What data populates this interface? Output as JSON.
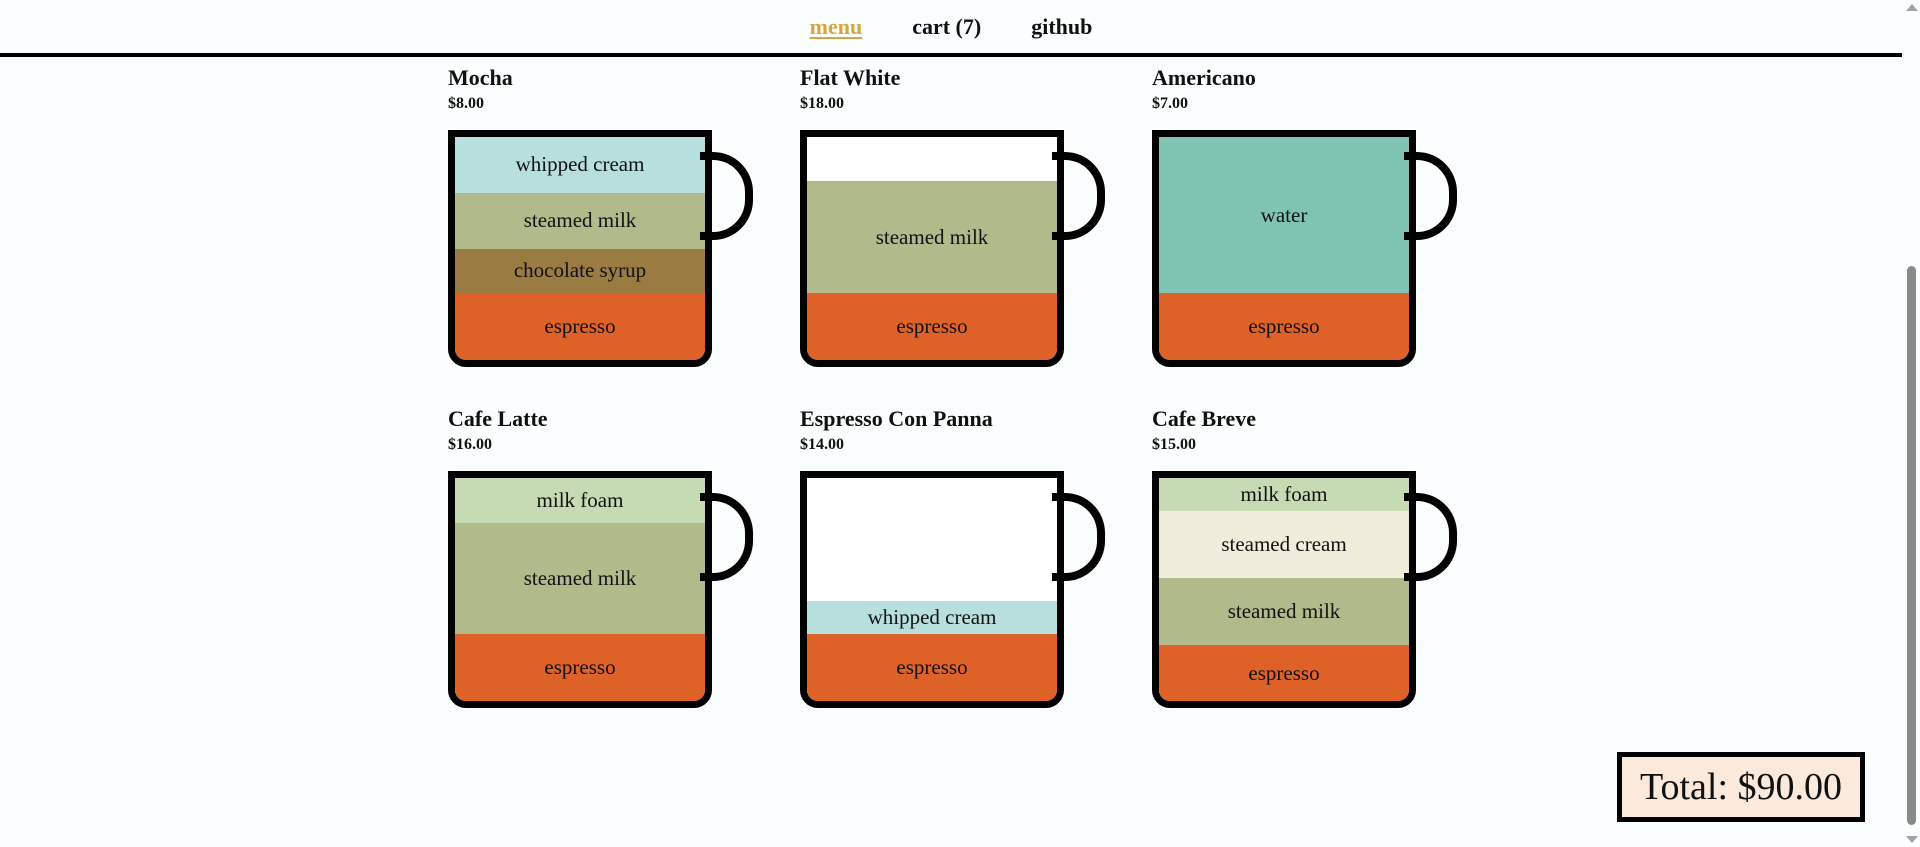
{
  "nav": {
    "menu_label": "menu",
    "cart_label": "cart (7)",
    "github_label": "github"
  },
  "colors": {
    "accent": "#d9a63a",
    "espresso": "#de6127",
    "steamed_milk": "#b1ba8b",
    "whipped_cream": "#b6dfdd",
    "chocolate_syrup": "#9a7b42",
    "water": "#7fc4b2",
    "milk_foam": "#c6dbb3",
    "steamed_cream": "#f0eddc",
    "total_bg": "#fbeadb"
  },
  "coffees": [
    {
      "name": "Mocha",
      "price": "$8.00",
      "layers": [
        {
          "label": "whipped cream",
          "color": "#b6dfdd",
          "share": 0.25
        },
        {
          "label": "steamed milk",
          "color": "#b1ba8b",
          "share": 0.25
        },
        {
          "label": "chocolate syrup",
          "color": "#9a7b42",
          "share": 0.2
        },
        {
          "label": "espresso",
          "color": "#de6127",
          "share": 0.3
        }
      ]
    },
    {
      "name": "Flat White",
      "price": "$18.00",
      "layers": [
        {
          "label": "steamed milk",
          "color": "#b1ba8b",
          "share": 0.5
        },
        {
          "label": "espresso",
          "color": "#de6127",
          "share": 0.3
        }
      ]
    },
    {
      "name": "Americano",
      "price": "$7.00",
      "layers": [
        {
          "label": "water",
          "color": "#7fc4b2",
          "share": 0.7
        },
        {
          "label": "espresso",
          "color": "#de6127",
          "share": 0.3
        }
      ]
    },
    {
      "name": "Cafe Latte",
      "price": "$16.00",
      "layers": [
        {
          "label": "milk foam",
          "color": "#c6dbb3",
          "share": 0.2
        },
        {
          "label": "steamed milk",
          "color": "#b1ba8b",
          "share": 0.5
        },
        {
          "label": "espresso",
          "color": "#de6127",
          "share": 0.3
        }
      ]
    },
    {
      "name": "Espresso Con Panna",
      "price": "$14.00",
      "layers": [
        {
          "label": "whipped cream",
          "color": "#b6dfdd",
          "share": 0.15
        },
        {
          "label": "espresso",
          "color": "#de6127",
          "share": 0.3
        }
      ]
    },
    {
      "name": "Cafe Breve",
      "price": "$15.00",
      "layers": [
        {
          "label": "milk foam",
          "color": "#c6dbb3",
          "share": 0.15
        },
        {
          "label": "steamed cream",
          "color": "#f0eddc",
          "share": 0.3
        },
        {
          "label": "steamed milk",
          "color": "#b1ba8b",
          "share": 0.3
        },
        {
          "label": "espresso",
          "color": "#de6127",
          "share": 0.25
        }
      ]
    }
  ],
  "total": {
    "label": "Total: $90.00"
  }
}
